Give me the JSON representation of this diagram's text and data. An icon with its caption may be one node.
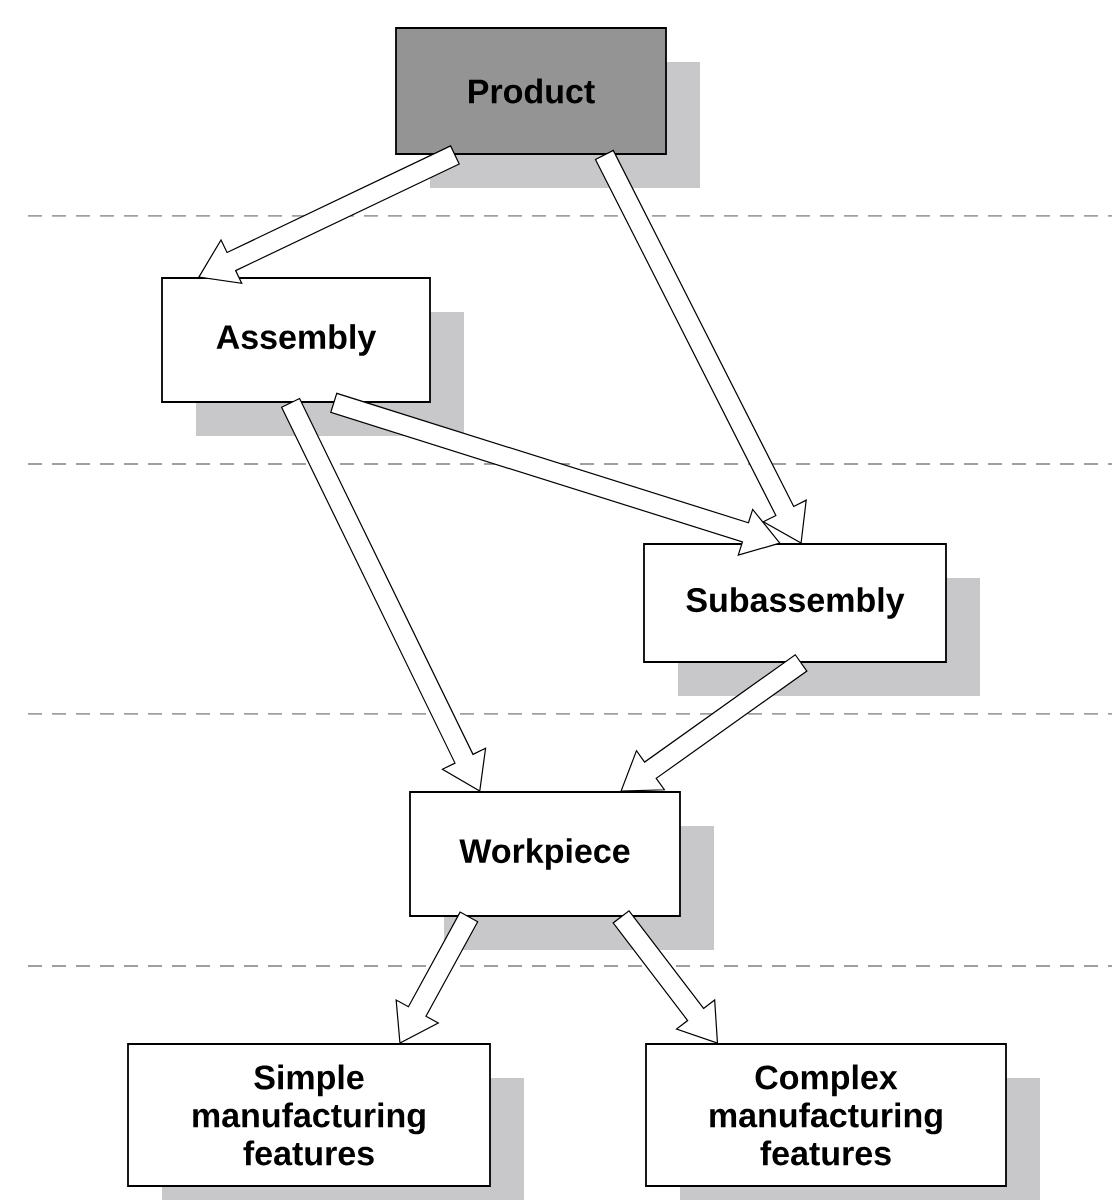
{
  "diagram": {
    "nodes": [
      {
        "text": [
          "Product"
        ]
      },
      {
        "text": [
          "Assembly"
        ]
      },
      {
        "text": [
          "Subassembly"
        ]
      },
      {
        "text": [
          "Workpiece"
        ]
      },
      {
        "text": [
          "Simple manufacturing features"
        ]
      },
      {
        "text": [
          "Complex manufacturing features"
        ]
      }
    ],
    "edges": [
      {
        "from": 0,
        "to": 1,
        "arrow": "to"
      },
      {
        "from": 0,
        "to": 2,
        "arrow": "to"
      },
      {
        "from": 1,
        "to": 2,
        "arrow": "to"
      },
      {
        "from": 1,
        "to": 3,
        "arrow": "to"
      },
      {
        "from": 2,
        "to": 3,
        "arrow": "to"
      },
      {
        "from": 3,
        "to": 4,
        "arrow": "to"
      },
      {
        "from": 3,
        "to": 5,
        "arrow": "to"
      }
    ]
  }
}
